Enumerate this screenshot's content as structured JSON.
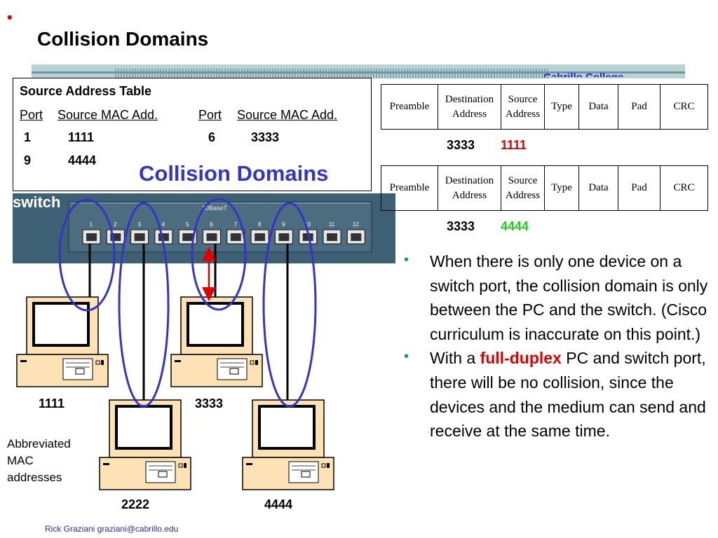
{
  "slide": {
    "bullet": "•",
    "title": "Collision Domains",
    "college": "Cabrillo College",
    "footer": "Rick Graziani  graziani@cabrillo.edu"
  },
  "sat": {
    "title": "Source Address Table",
    "headers": [
      "Port",
      "Source MAC Add.",
      "Port",
      "Source MAC Add."
    ],
    "rows": [
      {
        "port1": "1",
        "mac1": "1111",
        "port2": "6",
        "mac2": "3333"
      },
      {
        "port1": "9",
        "mac1": "4444",
        "port2": "",
        "mac2": ""
      }
    ]
  },
  "collision_label": "Collision Domains",
  "switch": {
    "label": "switch",
    "model": "10BaseT",
    "ports": [
      "1",
      "2",
      "3",
      "4",
      "5",
      "6",
      "7",
      "8",
      "9",
      "10",
      "11",
      "12"
    ]
  },
  "frame_fields": [
    "Preamble",
    "Destination Address",
    "Source Address",
    "Type",
    "Data",
    "Pad",
    "CRC"
  ],
  "frames": [
    {
      "dest": "3333",
      "src": "1111",
      "src_color": "#e00000"
    },
    {
      "dest": "3333",
      "src": "4444",
      "src_color": "#22cc22"
    }
  ],
  "bullets": {
    "b1": "When there is only one device on a switch port, the collision domain is only between the PC and the switch.  (Cisco curriculum is inaccurate on this point.)",
    "b2_pre": "With a ",
    "b2_highlight": "full-duplex",
    "b2_post": " PC and switch port, there will be no collision, since the devices and the medium can send and receive at the same time."
  },
  "pcs": [
    {
      "label": "1111"
    },
    {
      "label": "3333"
    },
    {
      "label": "2222"
    },
    {
      "label": "4444"
    }
  ],
  "abbreviated_note": "Abbreviated MAC addresses",
  "colors": {
    "accent_blue": "#3434c8",
    "switch_body": "#3e6075",
    "highlight_red": "#e00000",
    "highlight_green": "#22cc22",
    "pc_body": "#fde2b6"
  }
}
